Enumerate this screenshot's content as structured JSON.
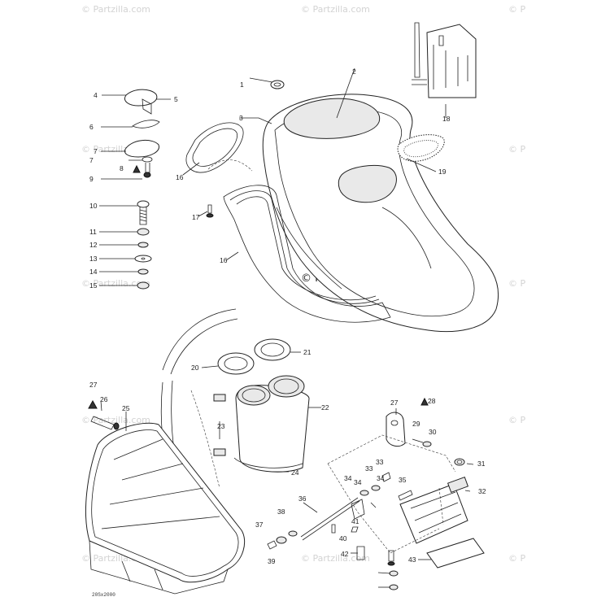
{
  "watermark": {
    "text": "© Partzilla.com",
    "text_short": "© P"
  },
  "diagram_code": "20Sx2000",
  "callouts": [
    "1",
    "2",
    "3",
    "4",
    "5",
    "6",
    "7",
    "7",
    "8",
    "9",
    "10",
    "11",
    "12",
    "13",
    "14",
    "15",
    "16",
    "17",
    "16",
    "18",
    "19",
    "20",
    "21",
    "22",
    "23",
    "24",
    "25",
    "26",
    "27",
    "27",
    "28",
    "29",
    "30",
    "31",
    "32",
    "33",
    "33",
    "34",
    "34",
    "34",
    "35",
    "36",
    "37",
    "38",
    "39",
    "40",
    "41",
    "42",
    "43"
  ]
}
